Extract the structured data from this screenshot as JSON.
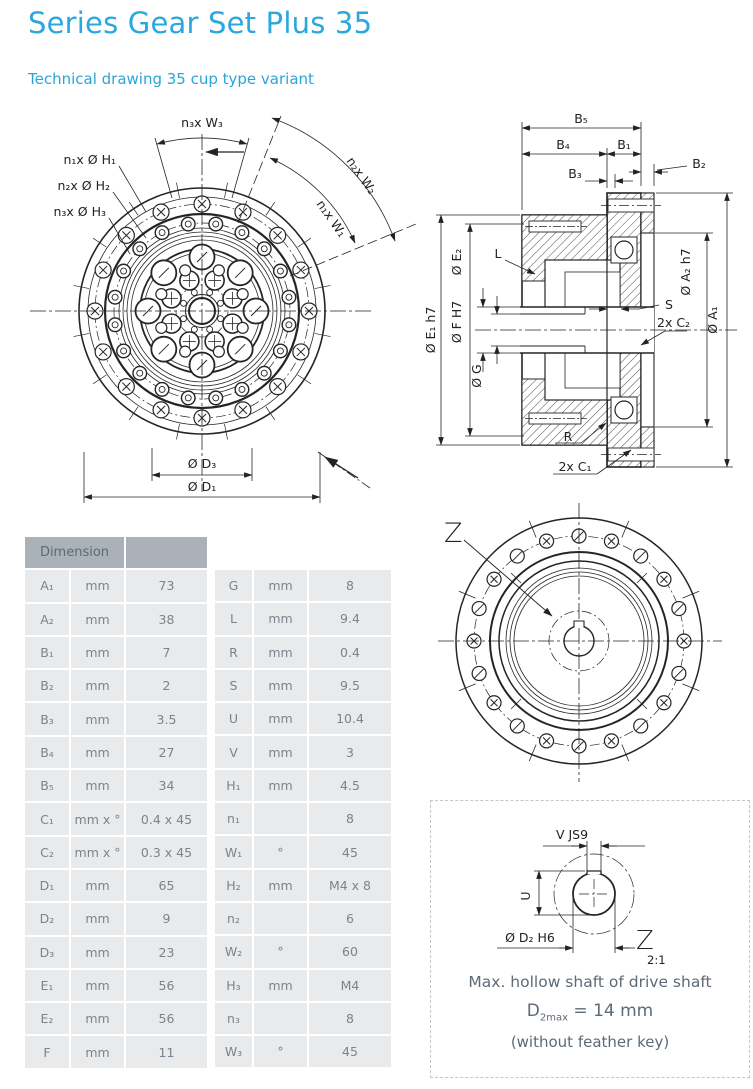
{
  "page": {
    "title": "Series Gear Set Plus 35",
    "subtitle": "Technical drawing 35 cup type variant"
  },
  "colors": {
    "accent_blue": "#29a8df",
    "table_header_bg": "#abb1b8",
    "table_row_bg": "#e9eaec",
    "table_text": "#7c838b",
    "caption_text": "#5e6a76",
    "line": "#252525"
  },
  "table": {
    "header": "Dimension",
    "left_rows": [
      {
        "dim": "A₁",
        "unit": "mm",
        "value": "73"
      },
      {
        "dim": "A₂",
        "unit": "mm",
        "value": "38"
      },
      {
        "dim": "B₁",
        "unit": "mm",
        "value": "7"
      },
      {
        "dim": "B₂",
        "unit": "mm",
        "value": "2"
      },
      {
        "dim": "B₃",
        "unit": "mm",
        "value": "3.5"
      },
      {
        "dim": "B₄",
        "unit": "mm",
        "value": "27"
      },
      {
        "dim": "B₅",
        "unit": "mm",
        "value": "34"
      },
      {
        "dim": "C₁",
        "unit": "mm x °",
        "value": "0.4 x 45"
      },
      {
        "dim": "C₂",
        "unit": "mm x °",
        "value": "0.3 x 45"
      },
      {
        "dim": "D₁",
        "unit": "mm",
        "value": "65"
      },
      {
        "dim": "D₂",
        "unit": "mm",
        "value": "9"
      },
      {
        "dim": "D₃",
        "unit": "mm",
        "value": "23"
      },
      {
        "dim": "E₁",
        "unit": "mm",
        "value": "56"
      },
      {
        "dim": "E₂",
        "unit": "mm",
        "value": "56"
      },
      {
        "dim": "F",
        "unit": "mm",
        "value": "11"
      }
    ],
    "right_rows": [
      {
        "dim": "G",
        "unit": "mm",
        "value": "8"
      },
      {
        "dim": "L",
        "unit": "mm",
        "value": "9.4"
      },
      {
        "dim": "R",
        "unit": "mm",
        "value": "0.4"
      },
      {
        "dim": "S",
        "unit": "mm",
        "value": "9.5"
      },
      {
        "dim": "U",
        "unit": "mm",
        "value": "10.4"
      },
      {
        "dim": "V",
        "unit": "mm",
        "value": "3"
      },
      {
        "dim": "H₁",
        "unit": "mm",
        "value": "4.5"
      },
      {
        "dim": "n₁",
        "unit": "",
        "value": "8"
      },
      {
        "dim": "W₁",
        "unit": "°",
        "value": "45"
      },
      {
        "dim": "H₂",
        "unit": "mm",
        "value": "M4 x 8"
      },
      {
        "dim": "n₂",
        "unit": "",
        "value": "6"
      },
      {
        "dim": "W₂",
        "unit": "°",
        "value": "60"
      },
      {
        "dim": "H₃",
        "unit": "mm",
        "value": "M4"
      },
      {
        "dim": "n₃",
        "unit": "",
        "value": "8"
      },
      {
        "dim": "W₃",
        "unit": "°",
        "value": "45"
      }
    ]
  },
  "front_view": {
    "w3": "n₃x W₃",
    "w2": "n₂x W₂",
    "w1": "n₁x W₁",
    "h1": "n₁x Ø H₁",
    "h2": "n₂x Ø H₂",
    "h3": "n₃x Ø H₃",
    "d3": "Ø D₃",
    "d1": "Ø D₁"
  },
  "side_view": {
    "b5": "B₅",
    "b4": "B₄",
    "b1": "B₁",
    "b2": "B₂",
    "b3": "B₃",
    "e2": "Ø E₂",
    "e1": "Ø E₁ h7",
    "f": "Ø F H7",
    "g": "Ø G",
    "l": "L",
    "s": "S",
    "c2": "2x C₂",
    "a2": "Ø A₂ h7",
    "a1": "Ø A₁",
    "r": "R",
    "c1": "2x C₁"
  },
  "rear_view": {
    "z": "Z"
  },
  "detail_view": {
    "v": "V JS9",
    "u": "U",
    "d2": "Ø D₂ H6",
    "z": "Z",
    "scale": "2:1",
    "caption1": "Max. hollow shaft of drive shaft",
    "caption2_prefix": "D",
    "caption2_sub": "2max",
    "caption2_suffix": " = 14 mm",
    "caption3": "(without feather key)"
  }
}
